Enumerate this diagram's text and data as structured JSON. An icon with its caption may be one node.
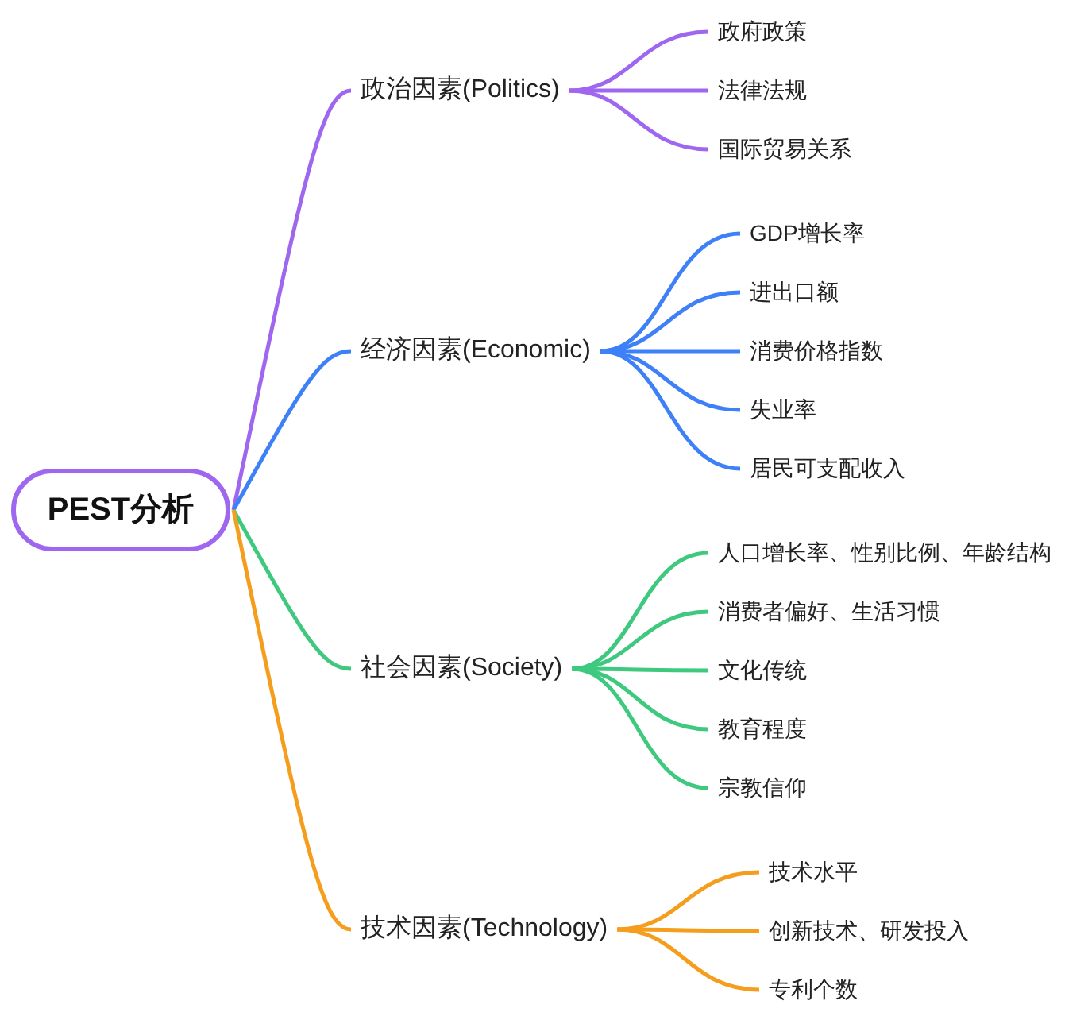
{
  "diagram": {
    "nodes": [
      {
        "text": [
          "PEST分析"
        ]
      },
      {
        "text": [
          "政治因素(Politics)"
        ]
      },
      {
        "text": [
          "政府政策"
        ]
      },
      {
        "text": [
          "法律法规"
        ]
      },
      {
        "text": [
          "国际贸易关系"
        ]
      },
      {
        "text": [
          "经济因素(Economic)"
        ]
      },
      {
        "text": [
          "GDP增长率"
        ]
      },
      {
        "text": [
          "进出口额"
        ]
      },
      {
        "text": [
          "消费价格指数"
        ]
      },
      {
        "text": [
          "失业率"
        ]
      },
      {
        "text": [
          "居民可支配收入"
        ]
      },
      {
        "text": [
          "社会因素(Society)"
        ]
      },
      {
        "text": [
          "人口增长率、性别比例、年龄结构"
        ]
      },
      {
        "text": [
          "消费者偏好、生活习惯"
        ]
      },
      {
        "text": [
          "文化传统"
        ]
      },
      {
        "text": [
          "教育程度"
        ]
      },
      {
        "text": [
          "宗教信仰"
        ]
      },
      {
        "text": [
          "技术因素(Technology)"
        ]
      },
      {
        "text": [
          "技术水平"
        ]
      },
      {
        "text": [
          "创新技术、研发投入"
        ]
      },
      {
        "text": [
          "专利个数"
        ]
      }
    ],
    "edges": [
      {
        "from": 0,
        "to": 1,
        "arrow": "none",
        "color": "#9f66ef"
      },
      {
        "from": 1,
        "to": 2,
        "arrow": "none",
        "color": "#9f66ef"
      },
      {
        "from": 1,
        "to": 3,
        "arrow": "none",
        "color": "#9f66ef"
      },
      {
        "from": 1,
        "to": 4,
        "arrow": "none",
        "color": "#9f66ef"
      },
      {
        "from": 0,
        "to": 5,
        "arrow": "none",
        "color": "#3d80f8"
      },
      {
        "from": 5,
        "to": 6,
        "arrow": "none",
        "color": "#3d80f8"
      },
      {
        "from": 5,
        "to": 7,
        "arrow": "none",
        "color": "#3d80f8"
      },
      {
        "from": 5,
        "to": 8,
        "arrow": "none",
        "color": "#3d80f8"
      },
      {
        "from": 5,
        "to": 9,
        "arrow": "none",
        "color": "#3d80f8"
      },
      {
        "from": 5,
        "to": 10,
        "arrow": "none",
        "color": "#3d80f8"
      },
      {
        "from": 0,
        "to": 11,
        "arrow": "none",
        "color": "#3ec97f"
      },
      {
        "from": 11,
        "to": 12,
        "arrow": "none",
        "color": "#3ec97f"
      },
      {
        "from": 11,
        "to": 13,
        "arrow": "none",
        "color": "#3ec97f"
      },
      {
        "from": 11,
        "to": 14,
        "arrow": "none",
        "color": "#3ec97f"
      },
      {
        "from": 11,
        "to": 15,
        "arrow": "none",
        "color": "#3ec97f"
      },
      {
        "from": 11,
        "to": 16,
        "arrow": "none",
        "color": "#3ec97f"
      },
      {
        "from": 0,
        "to": 17,
        "arrow": "none",
        "color": "#f59d1c"
      },
      {
        "from": 17,
        "to": 18,
        "arrow": "none",
        "color": "#f59d1c"
      },
      {
        "from": 17,
        "to": 19,
        "arrow": "none",
        "color": "#f59d1c"
      },
      {
        "from": 17,
        "to": 20,
        "arrow": "none",
        "color": "#f59d1c"
      }
    ]
  }
}
